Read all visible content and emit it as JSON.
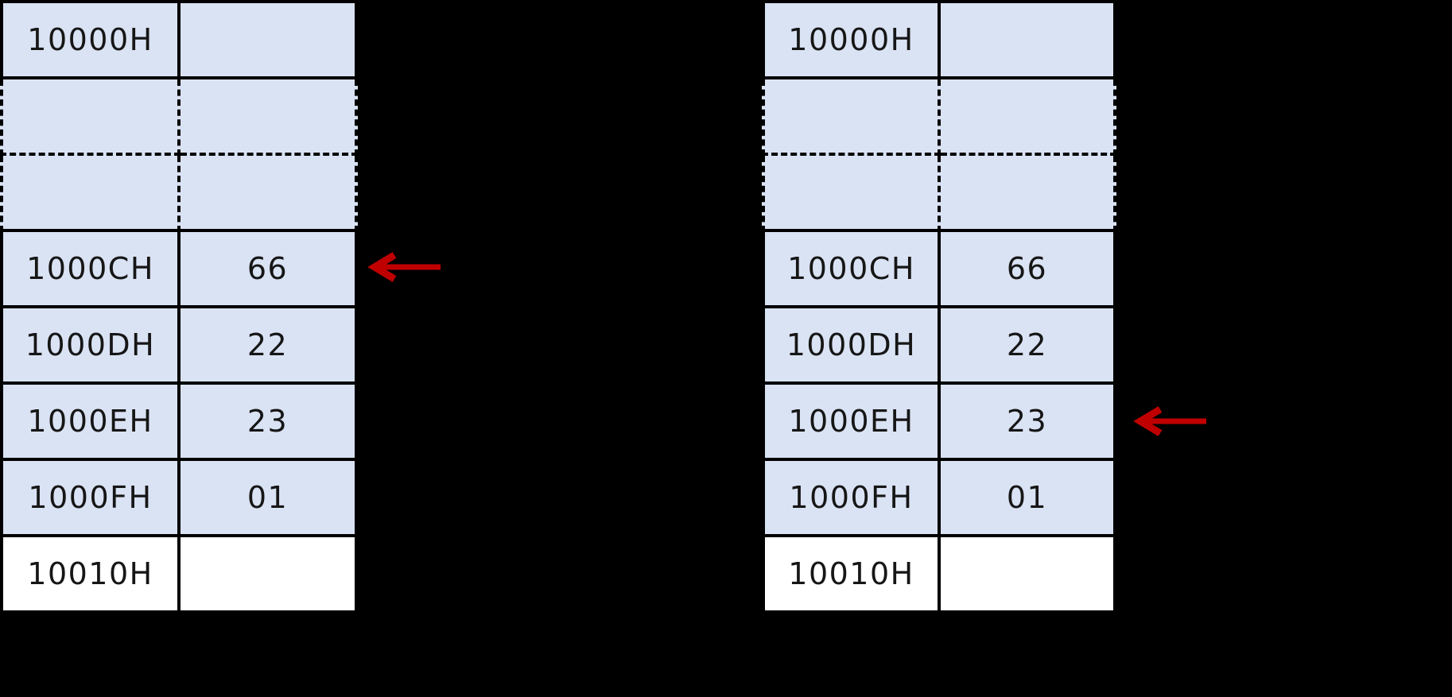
{
  "colors": {
    "cell-fill": "#dae3f4",
    "cell-fill-last": "#ffffff",
    "border": "#000000",
    "arrow": "#c00000",
    "text": "#161616",
    "bg": "#000000"
  },
  "tables": [
    {
      "rows": [
        {
          "address": "10000H",
          "value": ""
        },
        {
          "address": "",
          "value": ""
        },
        {
          "address": "",
          "value": ""
        },
        {
          "address": "1000CH",
          "value": "66"
        },
        {
          "address": "1000DH",
          "value": "22"
        },
        {
          "address": "1000EH",
          "value": "23"
        },
        {
          "address": "1000FH",
          "value": "01"
        },
        {
          "address": "10010H",
          "value": ""
        }
      ]
    },
    {
      "rows": [
        {
          "address": "10000H",
          "value": ""
        },
        {
          "address": "",
          "value": ""
        },
        {
          "address": "",
          "value": ""
        },
        {
          "address": "1000CH",
          "value": "66"
        },
        {
          "address": "1000DH",
          "value": "22"
        },
        {
          "address": "1000EH",
          "value": "23"
        },
        {
          "address": "1000FH",
          "value": "01"
        },
        {
          "address": "10010H",
          "value": ""
        }
      ]
    }
  ],
  "arrows": [
    {
      "side": "left",
      "target_address": "1000CH"
    },
    {
      "side": "right",
      "target_address": "1000EH"
    }
  ]
}
